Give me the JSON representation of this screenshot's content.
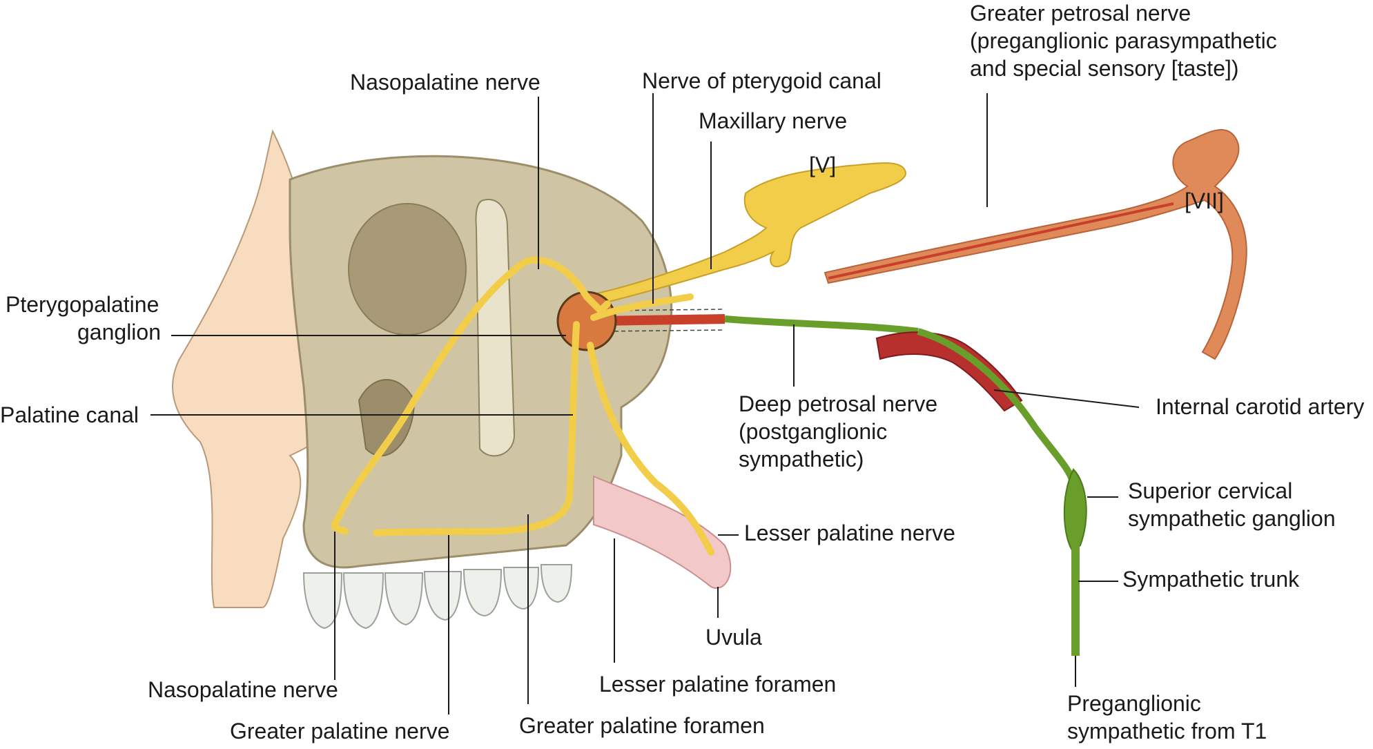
{
  "labels": {
    "greater_petrosal_1": "Greater petrosal nerve",
    "greater_petrosal_2": "(preganglionic parasympathetic",
    "greater_petrosal_3": "and special sensory [taste])",
    "nasopalatine_top": "Nasopalatine nerve",
    "pterygoid_canal": "Nerve of pterygoid canal",
    "maxillary": "Maxillary nerve",
    "trigeminal": "[V]",
    "facial": "[VII]",
    "pterygopalatine_1": "Pterygopalatine",
    "pterygopalatine_2": "ganglion",
    "palatine_canal": "Palatine canal",
    "deep_petrosal_1": "Deep petrosal nerve",
    "deep_petrosal_2": "(postganglionic",
    "deep_petrosal_3": "sympathetic)",
    "internal_carotid": "Internal carotid artery",
    "superior_cervical_1": "Superior cervical",
    "superior_cervical_2": "sympathetic ganglion",
    "lesser_palatine_nerve": "Lesser palatine nerve",
    "sympathetic_trunk": "Sympathetic trunk",
    "uvula": "Uvula",
    "nasopalatine_bottom": "Nasopalatine nerve",
    "lesser_palatine_foramen": "Lesser palatine foramen",
    "greater_palatine_nerve": "Greater palatine nerve",
    "greater_palatine_foramen": "Greater palatine foramen",
    "preganglionic_1": "Preganglionic",
    "preganglionic_2": "sympathetic from T1"
  },
  "colors": {
    "nose_skin": "#f7dcc0",
    "bone": "#cfc5a4",
    "bone_dark": "#9c8e6a",
    "teeth": "#eef0ec",
    "trigeminal_yellow": "#f2cd4a",
    "facial_orange": "#e08a5a",
    "petrosal_red": "#c8402a",
    "sympathetic_green": "#6a9e2a",
    "artery_red": "#b8302e",
    "soft_palate": "#f2c8c8"
  }
}
